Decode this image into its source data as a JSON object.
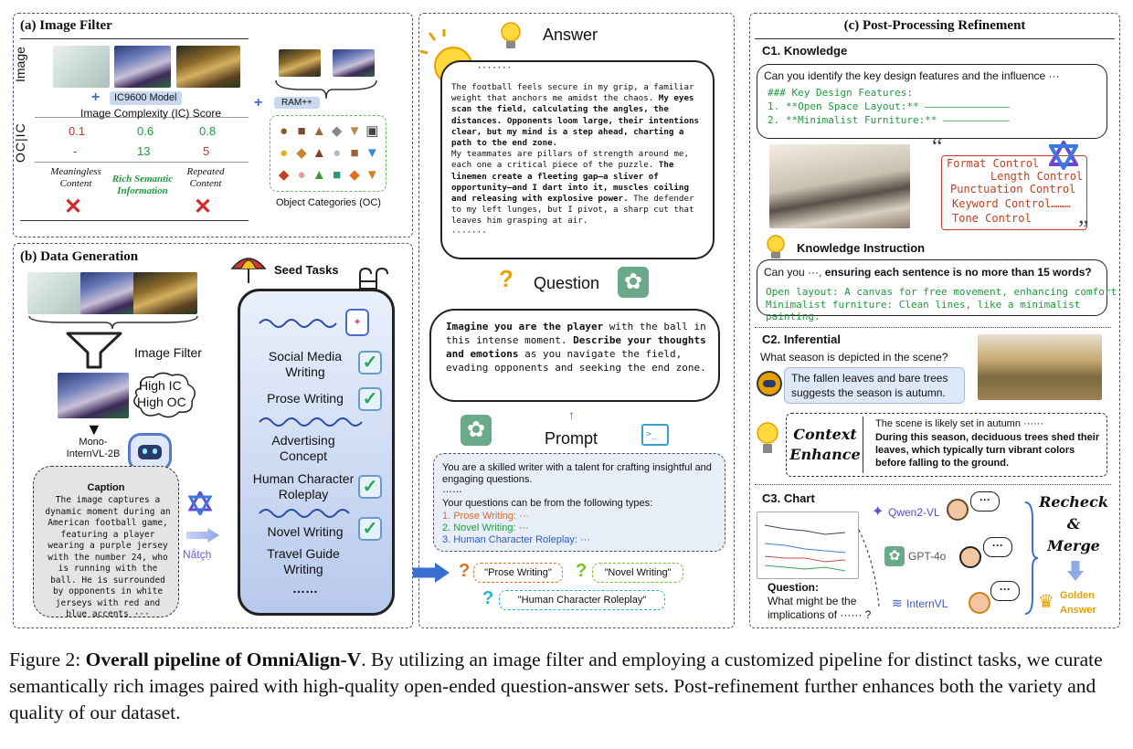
{
  "image_filter": {
    "title": "(a) Image Filter",
    "row_image": "Image",
    "row_ocic": "OC|IC",
    "model_label": "IC9600 Model",
    "ic_score_label": "Image Complexity (IC) Score",
    "ic_values": [
      "0.1",
      "0.6",
      "0.8"
    ],
    "oc_values": [
      "-",
      "13",
      "5"
    ],
    "labels": [
      "Meaningless Content",
      "Rich Semantic Information",
      "Repeated Content"
    ],
    "ram_label": "RAM++",
    "oc_label": "Object Categories (OC)",
    "plus": "+"
  },
  "data_generation": {
    "title": "(b) Data Generation",
    "image_filter": "Image Filter",
    "high_ic": "High IC",
    "high_oc": "High OC",
    "model": "Mono-InternVL-2B",
    "caption_title": "Caption",
    "caption_text": "The image captures a dynamic moment during an American football game, featuring a player wearing a purple jersey with the number 24, who is running with the ball. He is surrounded by opponents in white jerseys with red and blue accents ···",
    "filter_word": "Nắtçḥ",
    "seed_title": "Seed Tasks",
    "seed_tasks": [
      "Social Media Writing",
      "Prose Writing",
      "Advertising Concept",
      "Human Character Roleplay",
      "Novel Writing",
      "Travel Guide Writing",
      "……"
    ]
  },
  "center": {
    "answer_title": "Answer",
    "answer_dots": "·······",
    "answer_p1a": "The football feels secure in my grip, a familiar weight that anchors me amidst the chaos. ",
    "answer_p1b": "My eyes scan the field, calculating the angles, the distances. Opponents loom large, their intentions clear, but my mind is a step ahead, charting a path to the end zone.",
    "answer_p2a": "My teammates are pillars of strength around me, each one a critical piece of the puzzle. ",
    "answer_p2b": "The linemen create a fleeting gap—a sliver of opportunity—and I dart into it, muscles coiling and releasing with explosive power.",
    "answer_p2c": " The defender to my left lunges, but I pivot, a sharp cut that leaves him grasping at air.",
    "answer_end": "·······",
    "question_title": "Question",
    "question_a": "Imagine you are the player",
    "question_b": " with the ball in this intense moment. ",
    "question_c": "Describe your thoughts and emotions",
    "question_d": " as you navigate the field, evading opponents and seeking the end zone.",
    "prompt_title": "Prompt",
    "prompt_l1": "You are a skilled writer with a talent for crafting insightful and engaging questions.",
    "prompt_dots": "……",
    "prompt_l2": "Your questions can be from the following types:",
    "prompt_types": [
      "1.   Prose Writing: ···",
      "2.   Novel Writing: ···",
      "3.   Human Character Roleplay: ···"
    ],
    "chips": [
      "\"Prose Writing\"",
      "\"Novel Writing\"",
      "\"Human Character Roleplay\""
    ],
    "qmark": "?"
  },
  "post": {
    "title": "(c) Post-Processing Refinement",
    "c1_title": "C1. Knowledge",
    "c1_q": "Can you identify the key design features and the influence ···",
    "c1_h": "### Key Design Features:",
    "c1_i1": "1.   **Open Space Layout:** ——————————————",
    "c1_i2": "2.   **Minimalist Furniture:** ———————————",
    "controls": [
      "Format Control",
      "Length Control",
      "Punctuation Control",
      "Keyword Control",
      "Tone Control",
      "………"
    ],
    "ki_title": "Knowledge Instruction",
    "ki_q1": "Can you ···, ",
    "ki_q2": "ensuring each sentence is no more than 15 words?",
    "ki_a1": "Open layout: A canvas for free movement, enhancing comfort.",
    "ki_a2": "Minimalist furniture: Clean lines, like a minimalist painting.",
    "c2_title": "C2. Inferential",
    "c2_q": "What season is depicted in the scene?",
    "c2_a": "The fallen leaves and bare trees suggests the season is autumn.",
    "context_1": "Context",
    "context_2": "Enhance",
    "c2_ctx1": "The scene is likely set in autumn ······",
    "c2_ctx2": "During this season, deciduous trees shed their leaves, which typically turn vibrant colors before falling to the ground.",
    "c3_title": "C3. Chart",
    "c3_qtitle": "Question:",
    "c3_q": "What might be the implications of ······ ?",
    "models": [
      "Qwen2-VL",
      "GPT-4o",
      "InternVL"
    ],
    "dots": "···",
    "recheck": [
      "Recheck",
      "&",
      "Merge"
    ],
    "golden": [
      "Golden",
      "Answer"
    ]
  },
  "caption": {
    "label": "Figure 2: ",
    "bold": "Overall pipeline of OmniAlign-V",
    "rest": ". By utilizing an image filter and employing a customized pipeline for distinct tasks, we curate semantically rich images paired with high-quality open-ended question-answer sets. Post-refinement further enhances both the variety and quality of our dataset."
  }
}
